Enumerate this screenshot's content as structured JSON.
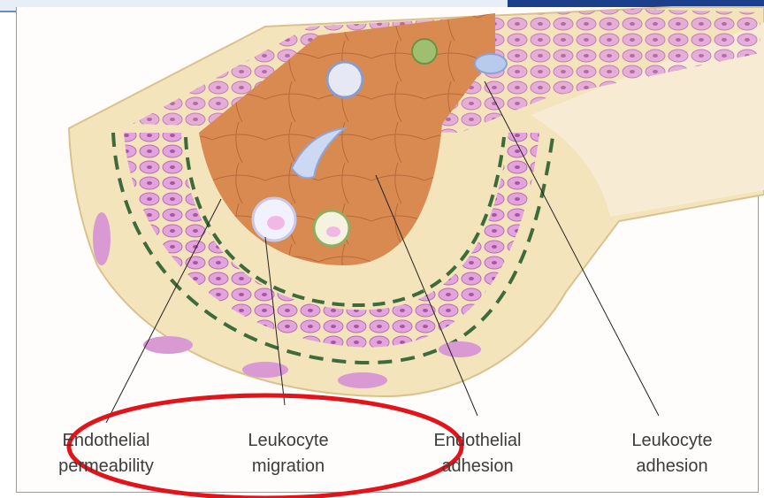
{
  "diagram": {
    "labels": [
      {
        "id": "endothelial-permeability",
        "line1": "Endothelial",
        "line2": "permeability"
      },
      {
        "id": "leukocyte-migration",
        "line1": "Leukocyte",
        "line2": "migration"
      },
      {
        "id": "endothelial-adhesion",
        "line1": "Endothelial",
        "line2": "adhesion"
      },
      {
        "id": "leukocyte-adhesion",
        "line1": "Leukocyte",
        "line2": "adhesion"
      }
    ],
    "colors": {
      "lumen": "#d9874d",
      "muscle": "#d58fd0",
      "adventitia": "#f3e2b8",
      "highlight": "#e2141a",
      "leader": "#222222"
    }
  }
}
